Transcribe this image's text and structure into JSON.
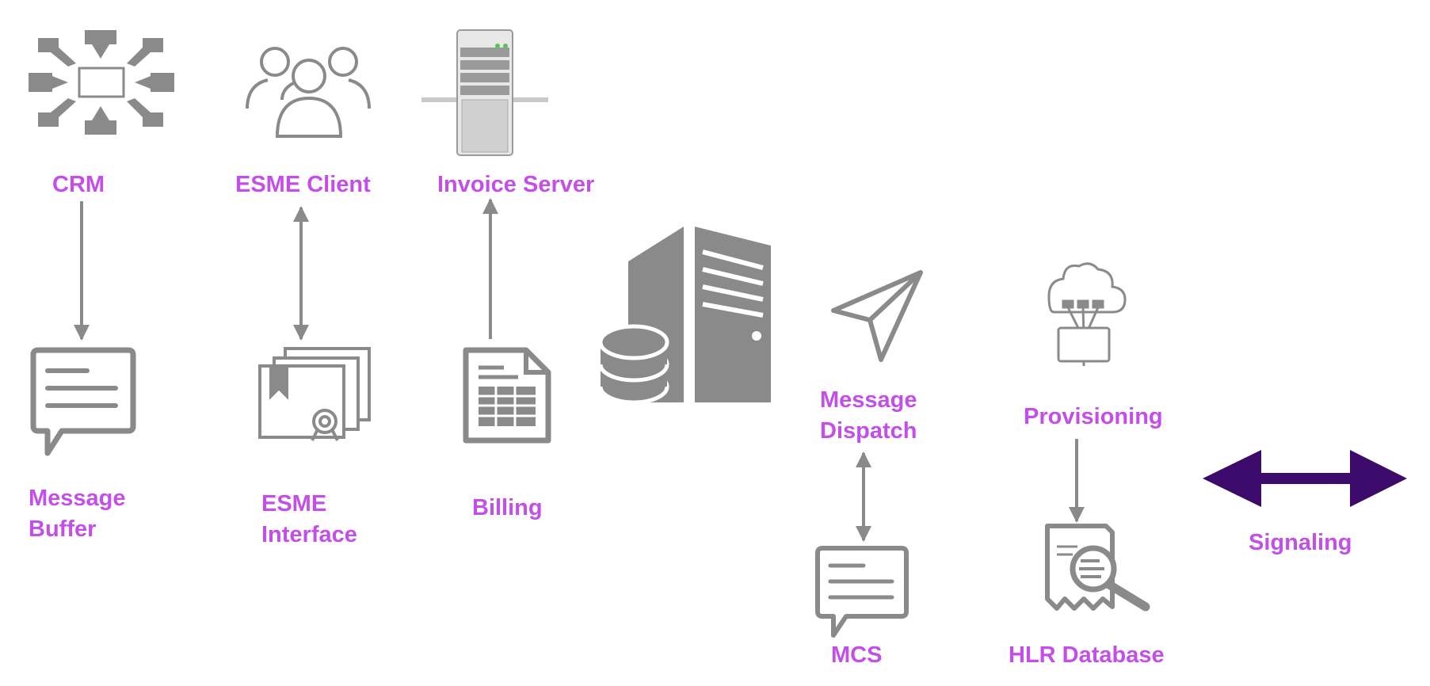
{
  "colors": {
    "label": "#c44ee8",
    "icon": "#8a8a8a",
    "arrow": "#8a8a8a",
    "signaling_arrow": "#3b0a6b"
  },
  "nodes": {
    "crm": {
      "label": "CRM",
      "icon": "crm-network-icon"
    },
    "esme_client": {
      "label": "ESME Client",
      "icon": "users-group-icon"
    },
    "invoice_server": {
      "label": "Invoice Server",
      "icon": "server-tower-icon"
    },
    "message_buffer": {
      "label_lines": [
        "Message",
        "Buffer"
      ],
      "icon": "chat-message-icon"
    },
    "esme_interface": {
      "label_lines": [
        "ESME",
        "Interface"
      ],
      "icon": "certificate-stack-icon"
    },
    "billing": {
      "label": "Billing",
      "icon": "spreadsheet-document-icon"
    },
    "central_smsc": {
      "icon": "database-server-icon"
    },
    "message_dispatch": {
      "label_lines": [
        "Message",
        "Dispatch"
      ],
      "icon": "paper-plane-icon"
    },
    "provisioning": {
      "label": "Provisioning",
      "icon": "cloud-network-icon"
    },
    "mcs": {
      "label": "MCS",
      "icon": "chat-message-icon"
    },
    "hlr_database": {
      "label": "HLR Database",
      "icon": "document-search-icon"
    },
    "signaling": {
      "label": "Signaling",
      "icon": "double-arrow-icon"
    }
  },
  "edges": [
    {
      "from": "CRM",
      "to": "Message Buffer",
      "direction": "one-way"
    },
    {
      "from": "ESME Client",
      "to": "ESME Interface",
      "direction": "two-way"
    },
    {
      "from": "Billing",
      "to": "Invoice Server",
      "direction": "one-way"
    },
    {
      "from": "Message Dispatch",
      "to": "MCS",
      "direction": "two-way"
    },
    {
      "from": "Provisioning",
      "to": "HLR Database",
      "direction": "one-way"
    }
  ]
}
